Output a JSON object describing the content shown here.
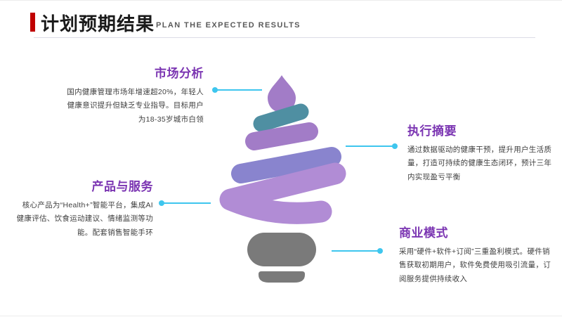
{
  "header": {
    "title": "计划预期结果",
    "subtitle": "PLAN THE EXPECTED RESULTS",
    "accent_color": "#C00000"
  },
  "sections": {
    "market": {
      "title": "市场分析",
      "body": "国内健康管理市场年增速超20%，年轻人健康意识提升但缺乏专业指导。目标用户为18-35岁城市白领"
    },
    "summary": {
      "title": "执行摘要",
      "body": "通过数据驱动的健康干预，提升用户生活质量，打造可持续的健康生态闭环，预计三年内实现盈亏平衡"
    },
    "product": {
      "title": "产品与服务",
      "body": "核心产品为“Health+”智能平台，集成AI健康评估、饮食运动建议、情绪监测等功能。配套销售智能手环"
    },
    "business": {
      "title": "商业模式",
      "body": "采用“硬件+软件+订阅”三重盈利模式。硬件销售获取初期用户，软件免费使用吸引流量，订阅服务提供持续收入"
    }
  },
  "colors": {
    "section_title": "#7B35B2",
    "body_text": "#3F3F3F",
    "connector": "#3EC6EE",
    "droplet": "#A27CC7",
    "teal_bar": "#4F8FA2",
    "lavender_bar": "#A27CC7",
    "periwinkle_bar": "#8984CE",
    "chevron": "#B18CD5",
    "base_gray": "#7A7A7A"
  }
}
